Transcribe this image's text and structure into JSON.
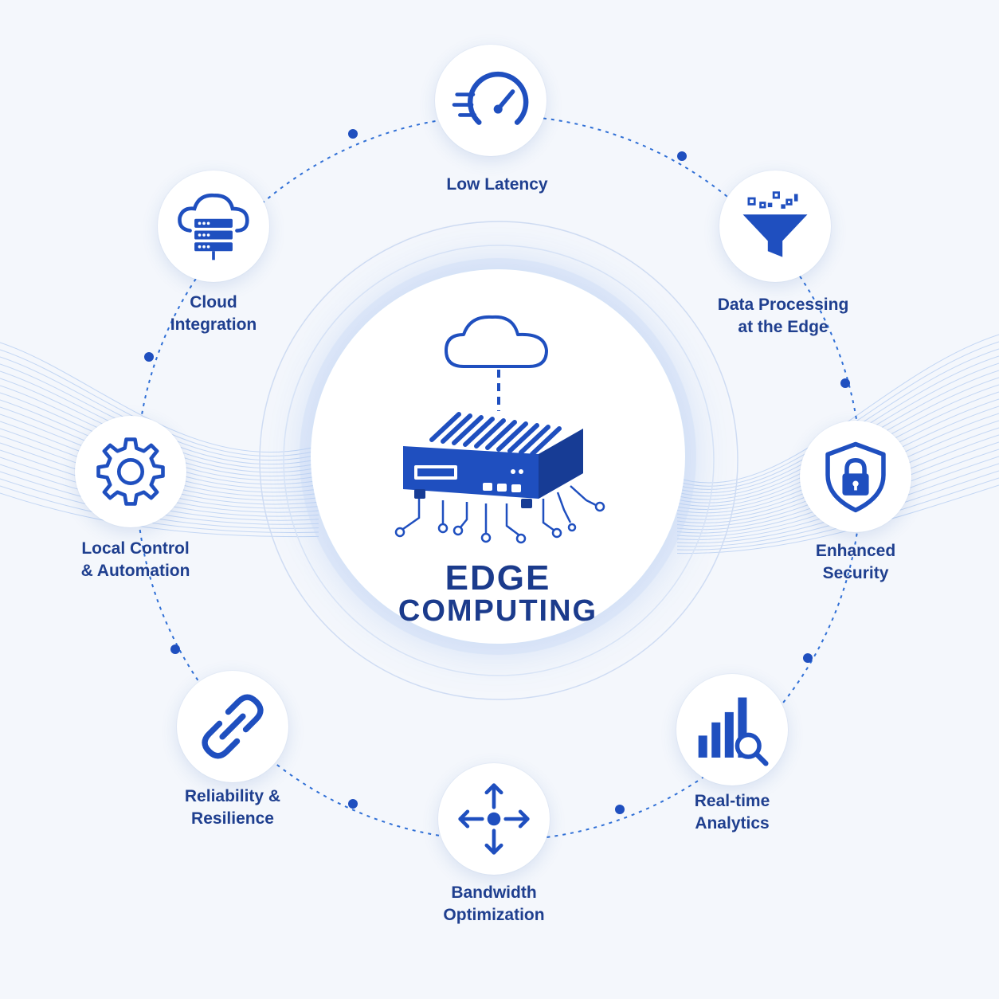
{
  "center": {
    "title_line1": "EDGE",
    "title_line2": "COMPUTING",
    "icon": "edge-device-icon"
  },
  "colors": {
    "primary": "#1f4fbf",
    "dark": "#1b3b8c",
    "line": "#2f6fd6",
    "background": "#f4f7fc"
  },
  "features": [
    {
      "key": "low-latency",
      "lines": [
        "Low Latency"
      ],
      "icon": "speedometer-icon"
    },
    {
      "key": "data-processing",
      "lines": [
        "Data Processing",
        "at the Edge"
      ],
      "icon": "funnel-icon"
    },
    {
      "key": "enhanced-security",
      "lines": [
        "Enhanced",
        "Security"
      ],
      "icon": "shield-lock-icon"
    },
    {
      "key": "real-time-analytics",
      "lines": [
        "Real-time",
        "Analytics"
      ],
      "icon": "bar-chart-search-icon"
    },
    {
      "key": "bandwidth-optimization",
      "lines": [
        "Bandwidth",
        "Optimization"
      ],
      "icon": "arrows-move-icon"
    },
    {
      "key": "reliability-resilience",
      "lines": [
        "Reliability &",
        "Resilience"
      ],
      "icon": "chain-link-icon"
    },
    {
      "key": "local-control",
      "lines": [
        "Local Control",
        "& Automation"
      ],
      "icon": "gear-icon"
    },
    {
      "key": "cloud-integration",
      "lines": [
        "Cloud",
        "Integration"
      ],
      "icon": "cloud-server-icon"
    }
  ]
}
